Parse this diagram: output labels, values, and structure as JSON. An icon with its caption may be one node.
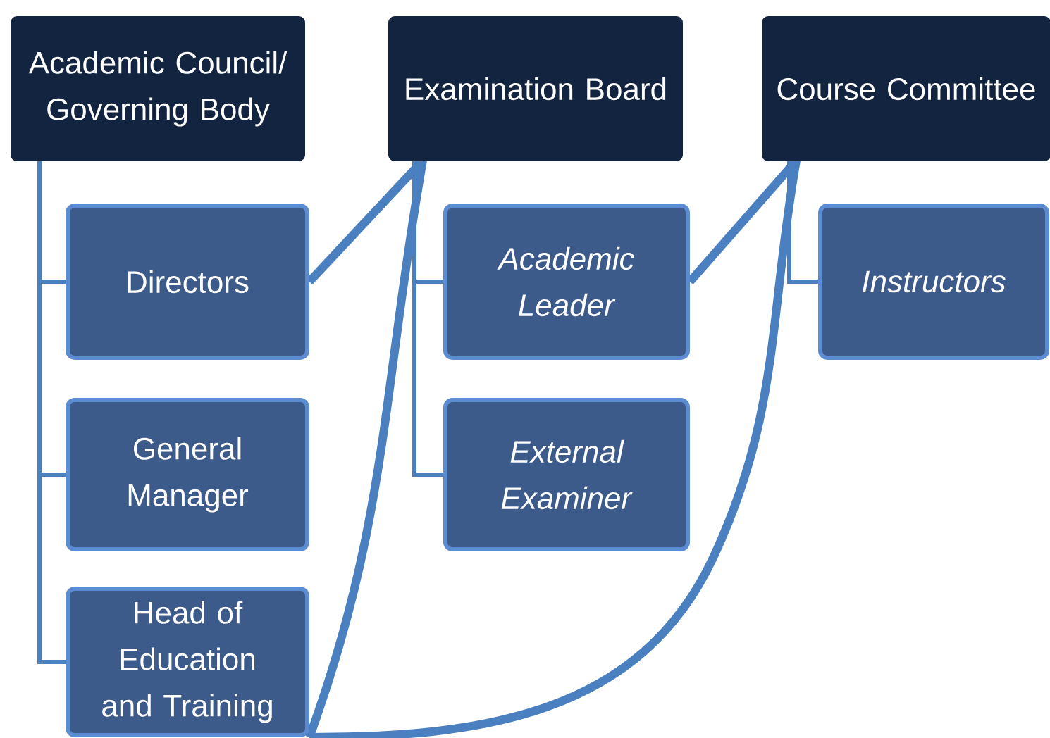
{
  "diagram": {
    "nodes": [
      {
        "text": [
          "Academic Council/ Governing Body"
        ]
      },
      {
        "text": [
          "Examination Board"
        ]
      },
      {
        "text": [
          "Course Committee"
        ]
      },
      {
        "text": [
          "Directors"
        ]
      },
      {
        "text": [
          "General Manager"
        ]
      },
      {
        "text": [
          "Head of Education and Training"
        ]
      },
      {
        "text": [
          "*Academic Leader*"
        ]
      },
      {
        "text": [
          "*External Examiner*"
        ]
      },
      {
        "text": [
          "*Instructors*"
        ]
      }
    ],
    "edges": [
      {
        "from": 0,
        "to": 3,
        "arrow": "none"
      },
      {
        "from": 0,
        "to": 4,
        "arrow": "none"
      },
      {
        "from": 0,
        "to": 5,
        "arrow": "none"
      },
      {
        "from": 1,
        "to": 6,
        "arrow": "none"
      },
      {
        "from": 1,
        "to": 7,
        "arrow": "none"
      },
      {
        "from": 2,
        "to": 8,
        "arrow": "none"
      },
      {
        "from": 3,
        "to": 1,
        "arrow": "none",
        "style": "thick"
      },
      {
        "from": 6,
        "to": 2,
        "arrow": "none",
        "style": "thick"
      },
      {
        "from": 5,
        "to": 1,
        "arrow": "none",
        "style": "thick"
      },
      {
        "from": 5,
        "to": 2,
        "arrow": "none",
        "style": "thick"
      }
    ]
  }
}
